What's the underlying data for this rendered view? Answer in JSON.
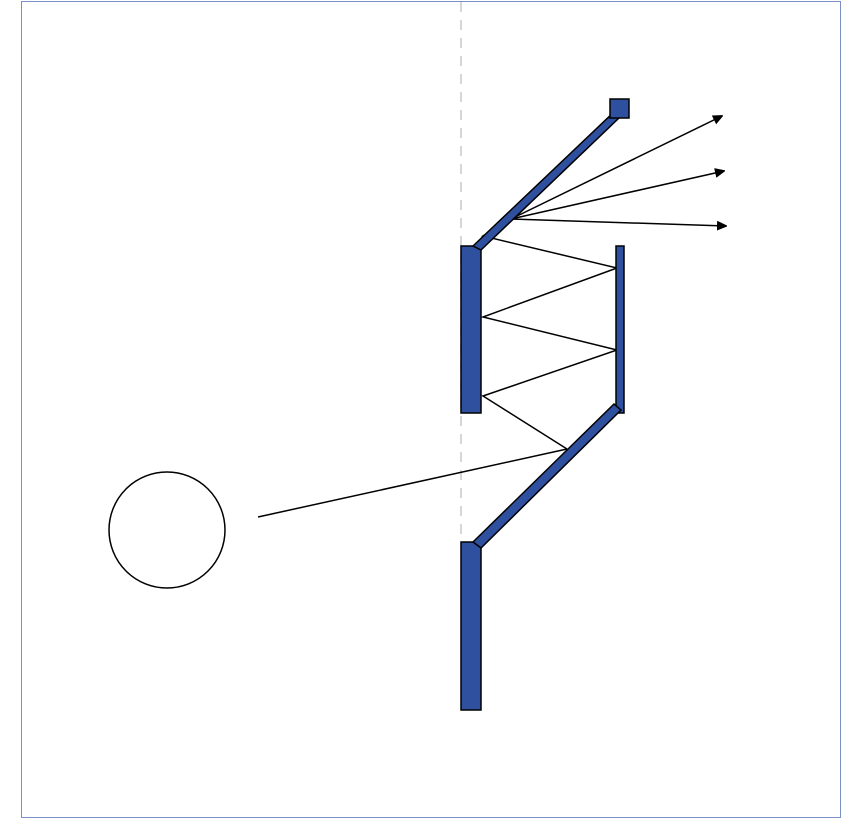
{
  "diagram": {
    "colors": {
      "background": "#ffffff",
      "frame": "#7b8fc7",
      "component_fill": "#2f4f9f",
      "outline": "#000000",
      "center_line": "#c8c8c8"
    },
    "elements": [
      {
        "name": "source-circle",
        "kind": "circle"
      },
      {
        "name": "upper-wall-plate",
        "kind": "plate"
      },
      {
        "name": "lower-wall-plate",
        "kind": "plate"
      },
      {
        "name": "slanted-top-mirror",
        "kind": "mirror"
      },
      {
        "name": "slanted-bottom-mirror",
        "kind": "mirror"
      },
      {
        "name": "right-side-mirror",
        "kind": "mirror"
      },
      {
        "name": "light-ray-path",
        "kind": "ray"
      },
      {
        "name": "output-arrows",
        "kind": "arrow",
        "count": 3
      }
    ]
  }
}
